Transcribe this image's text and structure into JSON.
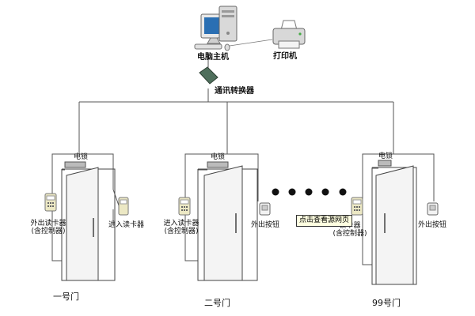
{
  "labels": {
    "computer": "电脑主机",
    "printer": "打印机",
    "converter": "通讯转换器",
    "lock": "电锁",
    "exit_reader_with_controller": "外出读卡器\n(含控制器)",
    "entry_reader": "进入读卡器",
    "entry_reader_with_controller": "进入读卡器\n(含控制器)",
    "exit_button": "外出按钮",
    "reader_with_controller_partial": "读卡器\n(含控制器)",
    "door1": "一号门",
    "door2": "二号门",
    "door99": "99号门",
    "tooltip": "点击查看源网页"
  },
  "icons": {
    "computer": "computer-icon",
    "printer": "printer-icon",
    "converter": "converter-icon",
    "card_reader": "card-reader-icon",
    "exit_button": "button-icon",
    "ellipsis": "ellipsis-dots"
  },
  "colors": {
    "line": "#555555",
    "door_fill": "#f4f4f4",
    "reader_fill": "#ece8c4",
    "monitor_screen": "#2a6fb3",
    "converter": "#4f6f5c"
  }
}
